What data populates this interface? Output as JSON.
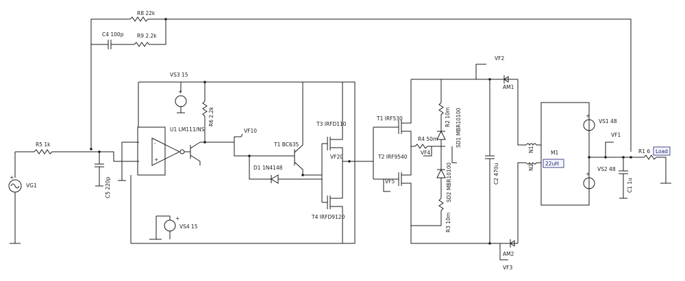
{
  "labels": {
    "r8": "R8 22k",
    "c4": "C4 100p",
    "r9": "R9 2.2k",
    "vs3": "VS3 15",
    "r6": "R6 2.2k",
    "u1": "U1 LM111/NS",
    "vf10": "VF10",
    "t1bc": "T1 BC635",
    "t3": "T3 IRFD110",
    "t1irf": "T1 IRF530",
    "t2irf": "T2 IRF9540",
    "d1": "D1 1N4148",
    "vf20": "VF20",
    "t4": "T4 IRFD9120",
    "vs4": "VS4 15",
    "r5": "R5 1k",
    "c5": "C5 220p",
    "vg1": "VG1",
    "vf2": "VF2",
    "am1": "AM1",
    "r2": "R2 10m",
    "sd1": "SD1 MBR10100",
    "r4": "R4 50m",
    "vf4": "VF4",
    "vf5": "VF5",
    "sd2": "SD2 MBR10100",
    "r3": "R3 10m",
    "c2": "C2 470u",
    "am2": "AM2",
    "vf3": "VF3",
    "n1": "N1",
    "n2": "N2",
    "m1": "M1",
    "inductance": "22uH",
    "vs1": "VS1 48",
    "vs2": "VS2 48",
    "vf1": "VF1",
    "r1": "R1 6",
    "load": "Load",
    "c1": "C1 1u"
  }
}
